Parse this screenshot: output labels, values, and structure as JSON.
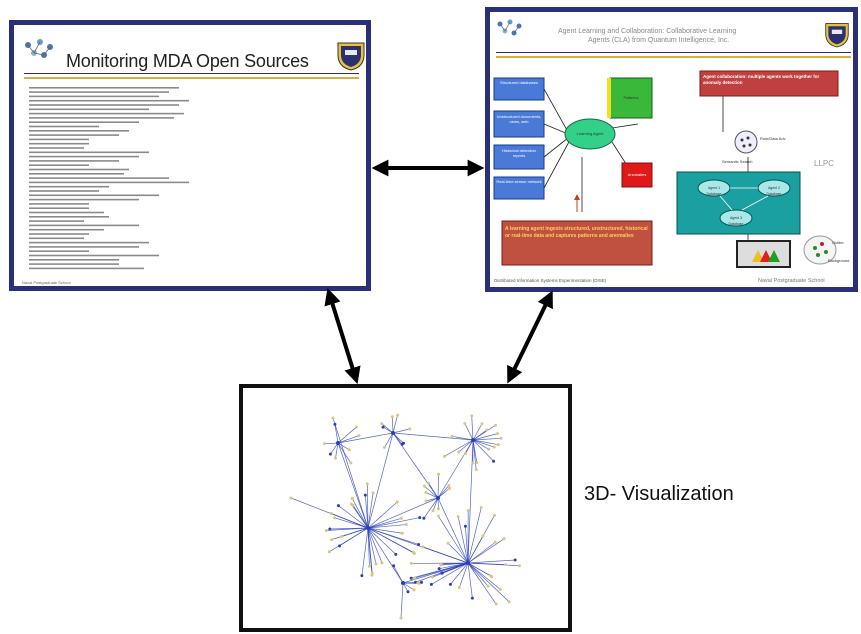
{
  "left_slide": {
    "title": "Monitoring MDA Open Sources",
    "footer": "Naval Postgraduate School"
  },
  "right_slide": {
    "title_line1": "Agent Learning and Collaboration: Collaborative Learning",
    "title_line2": "Agents (CLA) from Quantum Intelligence, Inc.",
    "boxes_left": [
      "Structured databases",
      "Unstructured documents, news, web",
      "Historical detection reports",
      "Real-time sensor network"
    ],
    "center_node": "Learning Agent",
    "green_box": "Patterns",
    "red_small": "Anomalies",
    "callout_top": "Agent collaboration: multiple agents work together for anomaly detection",
    "callout_bottom": "A learning agent ingests structured, unstructured, historical or real-time data and captures patterns and anomalies",
    "cluster_boxes": [
      "Agent 1 Database",
      "Agent 2 Database",
      "Agent 3 Database"
    ],
    "side_label": "LLPC",
    "label_rules": "Rule/Data Adv",
    "label_search": "Semantic Search",
    "label_outlier": "Outlier",
    "label_background": "Background",
    "footer_left": "Distributed Information Systems Experimentation (DISE)",
    "footer_right": "Naval Postgraduate School"
  },
  "visualization": {
    "label": "3D- Visualization"
  },
  "colors": {
    "frame_border": "#2b2f7a",
    "arrow": "#000000",
    "node_blue": "#2a3fb8",
    "node_yellow": "#d8c878"
  }
}
